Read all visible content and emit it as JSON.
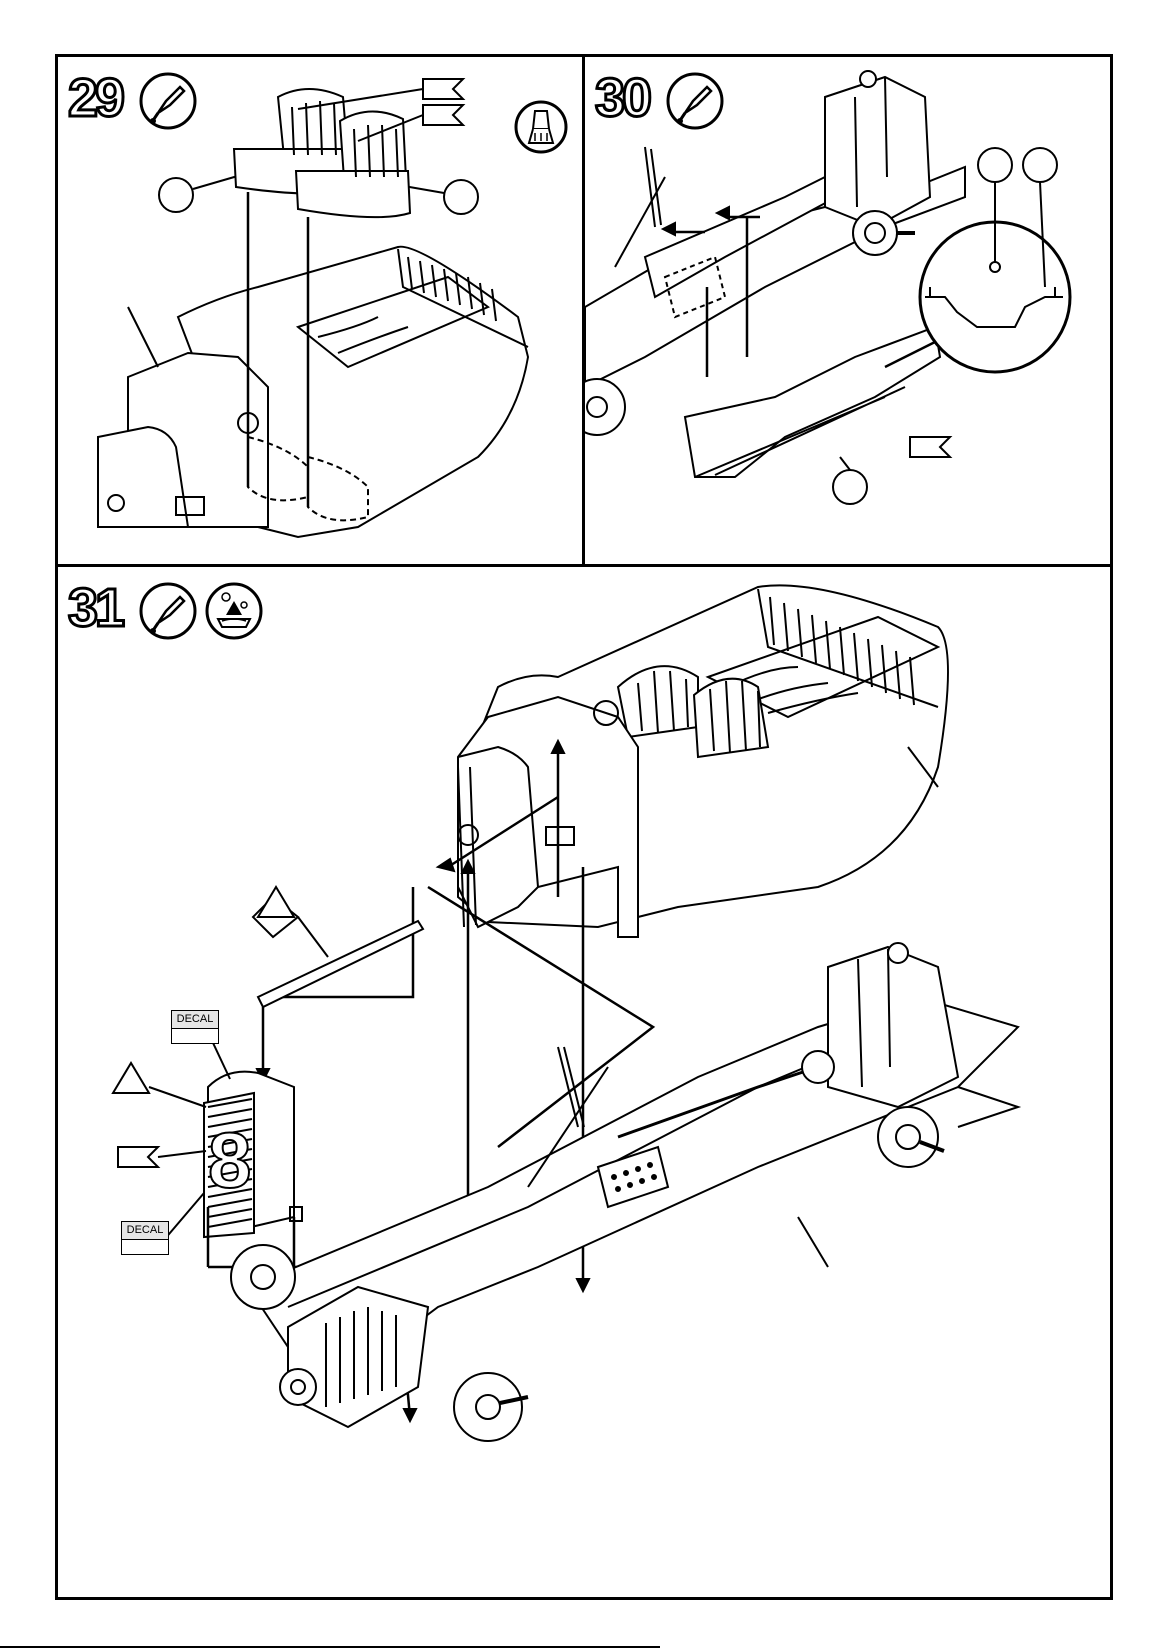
{
  "steps": [
    {
      "number": "29",
      "icons": [
        "glue-tube-icon",
        "paint-brush-icon"
      ]
    },
    {
      "number": "30",
      "icons": [
        "glue-tube-icon"
      ]
    },
    {
      "number": "31",
      "icons": [
        "glue-tube-icon",
        "decal-water-icon"
      ]
    }
  ],
  "decal_labels": [
    "DECAL",
    "DECAL"
  ],
  "radiator_number": "8",
  "colors": {
    "line": "#000000",
    "background": "#ffffff"
  }
}
